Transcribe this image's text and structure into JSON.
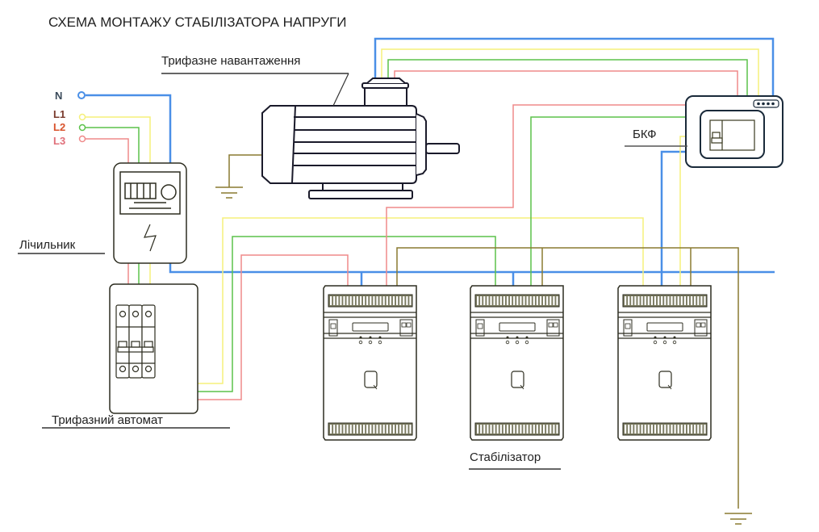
{
  "title": "СХЕМА МОНТАЖУ СТАБІЛІЗАТОРА НАПРУГИ",
  "terminals": [
    {
      "label": "N",
      "color": "#4a8fe7"
    },
    {
      "label": "L1",
      "color": "#7a3b2e"
    },
    {
      "label": "L2",
      "color": "#d9532c"
    },
    {
      "label": "L3",
      "color": "#e0707a"
    }
  ],
  "labels": {
    "load": "Трифазне навантаження",
    "meter": "Лічильник",
    "breaker": "Трифазний автомат",
    "stabilizer": "Стабілізатор",
    "bkf": "БКФ"
  },
  "wire_colors": {
    "neutral": "#4a8fe7",
    "l1": "#f5f07a",
    "l2": "#5cc24a",
    "l3": "#ef8a8a",
    "ground": "#8a7a30"
  }
}
